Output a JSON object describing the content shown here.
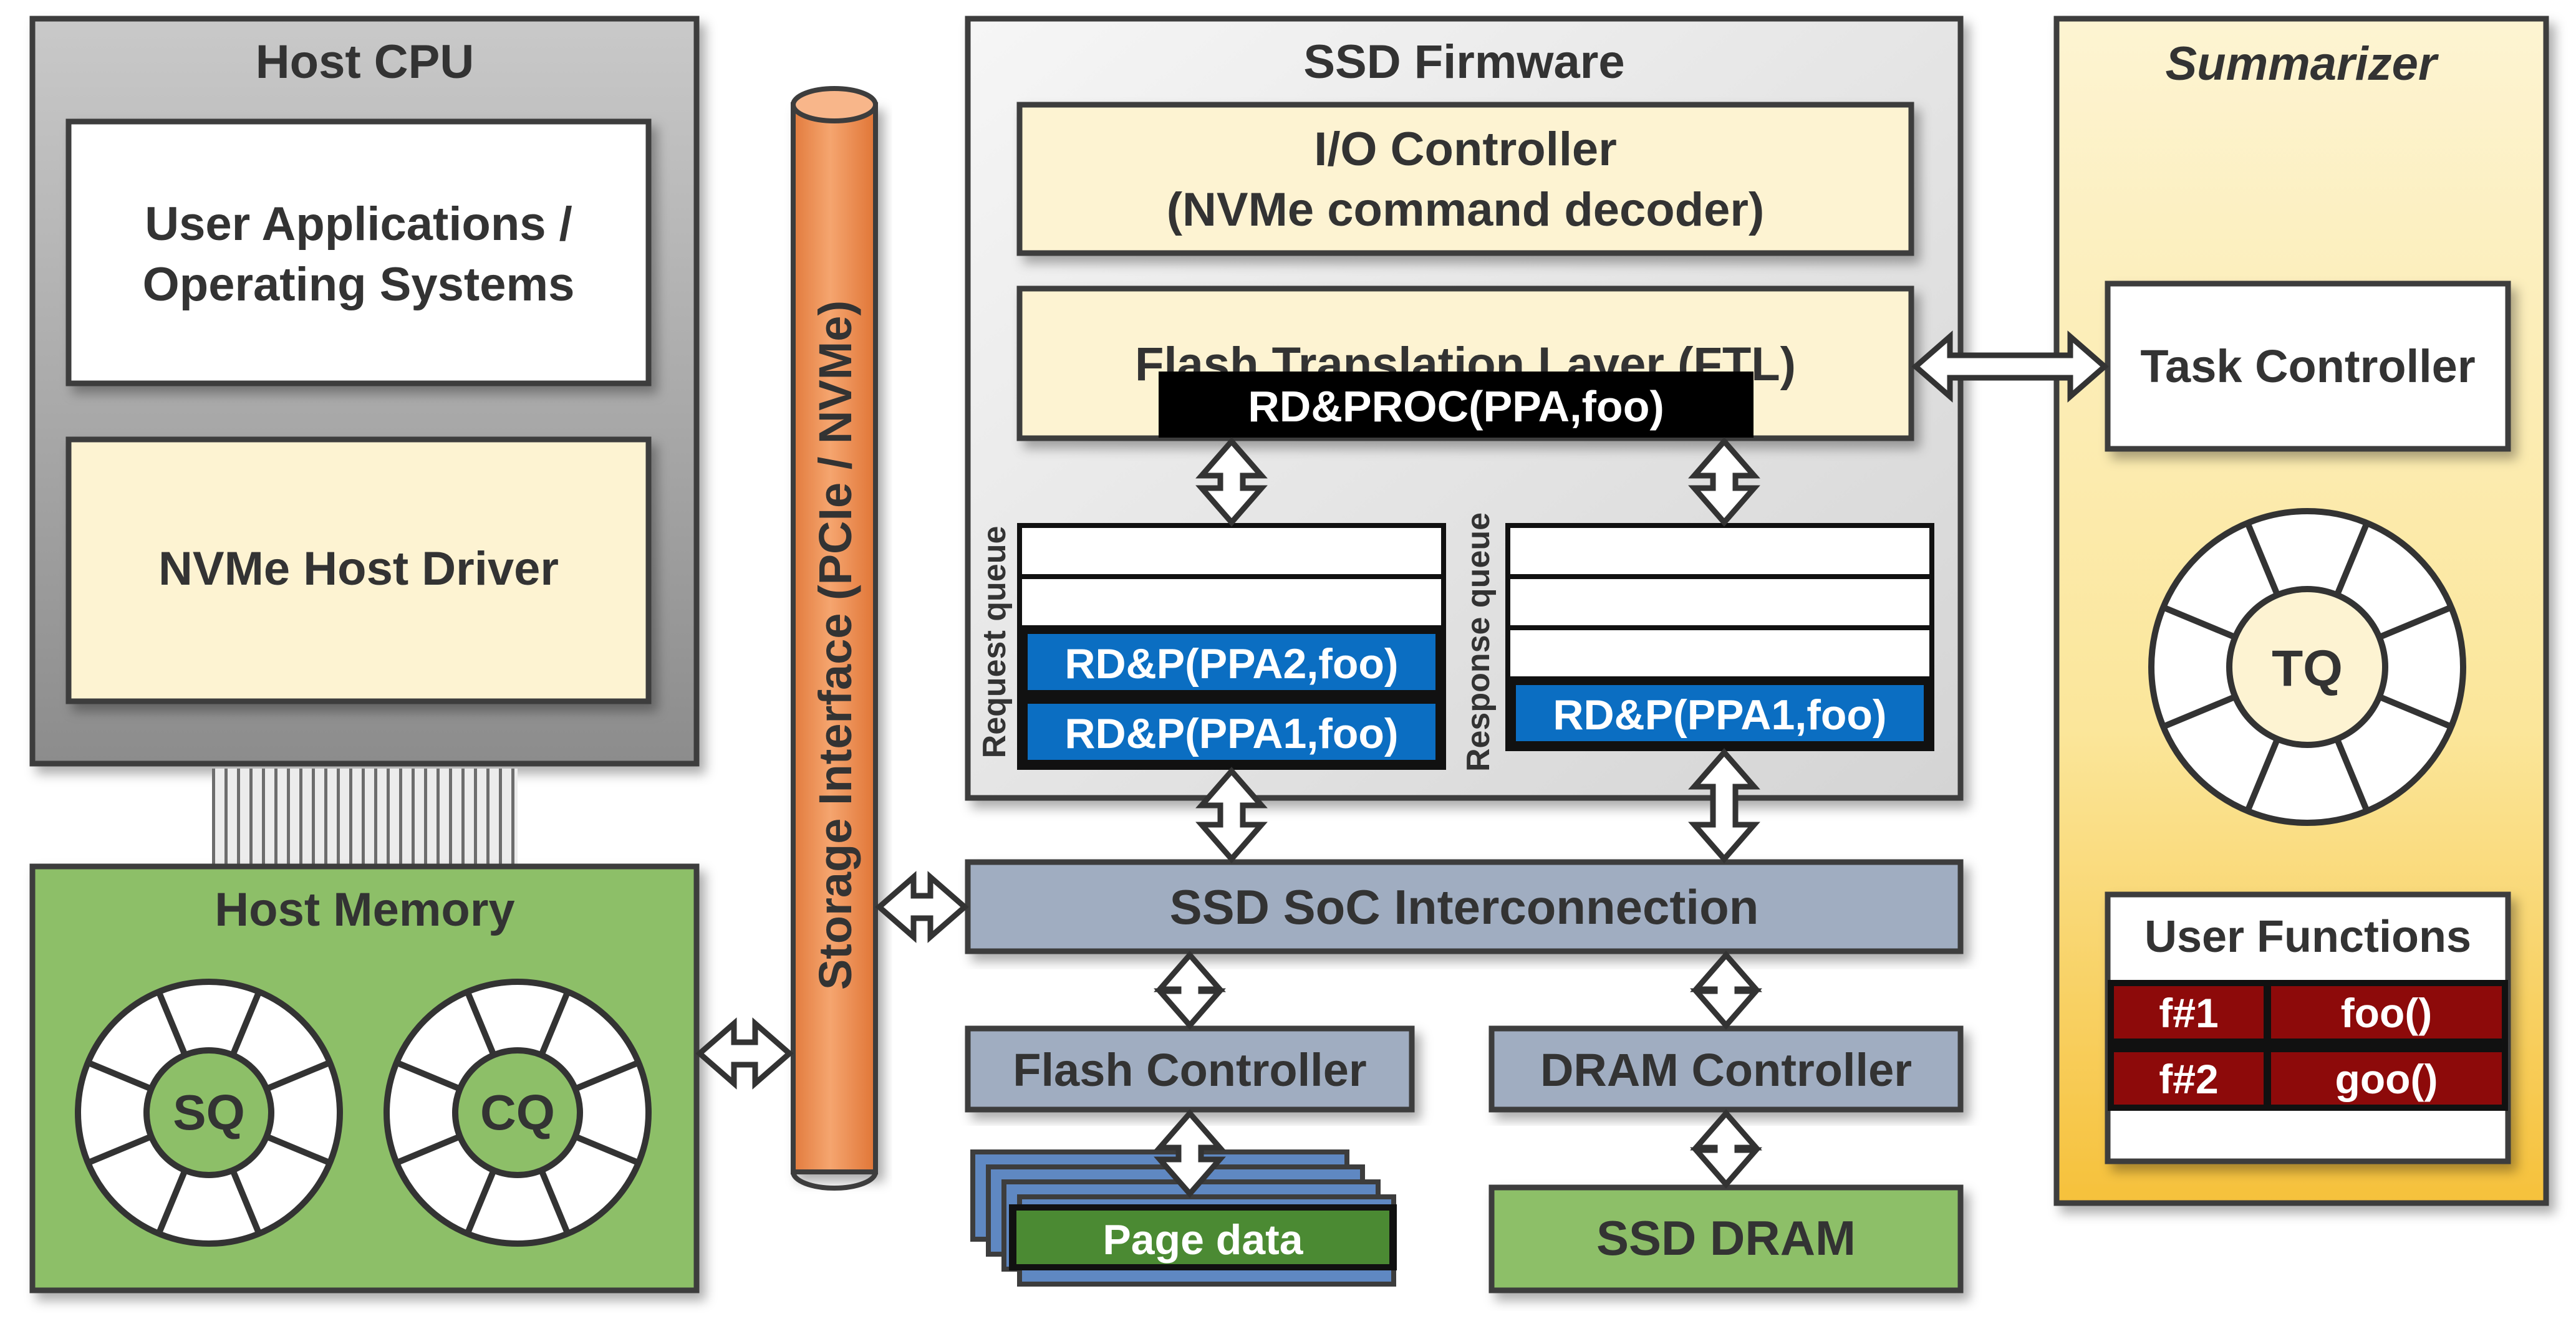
{
  "host_cpu": {
    "title": "Host CPU",
    "user_apps": [
      "User Applications /",
      "Operating Systems"
    ],
    "driver": "NVMe Host Driver"
  },
  "host_memory": {
    "title": "Host Memory",
    "sq": "SQ",
    "cq": "CQ"
  },
  "storage_interface": "Storage Interface (PCIe / NVMe)",
  "ssd_firmware": {
    "title": "SSD Firmware",
    "io_controller": [
      "I/O Controller",
      "(NVMe command decoder)"
    ],
    "ftl": "Flash Translation Layer (FTL)",
    "ftl_command": "RD&PROC(PPA,foo)",
    "request_queue": {
      "label": "Request queue",
      "entries": [
        "RD&P(PPA2,foo)",
        "RD&P(PPA1,foo)"
      ]
    },
    "response_queue": {
      "label": "Response queue",
      "entries": [
        "RD&P(PPA1,foo)"
      ]
    }
  },
  "interconnect": "SSD SoC Interconnection",
  "flash_controller": "Flash Controller",
  "dram_controller": "DRAM Controller",
  "page_data": "Page data",
  "ssd_dram": "SSD DRAM",
  "summarizer": {
    "title": "Summarizer",
    "task_controller": "Task Controller",
    "tq": "TQ",
    "user_functions": {
      "title": "User Functions",
      "rows": [
        {
          "id": "f#1",
          "fn": "foo()"
        },
        {
          "id": "f#2",
          "fn": "goo()"
        }
      ]
    }
  },
  "colors": {
    "cream": "#fdf3d2",
    "green": "#8dbf68",
    "steel": "#a0adc1",
    "queue_blue": "#0b6ec2",
    "dark_red": "#8d0a0a",
    "orange": "#ef9353",
    "page_green": "#4b8a33"
  }
}
